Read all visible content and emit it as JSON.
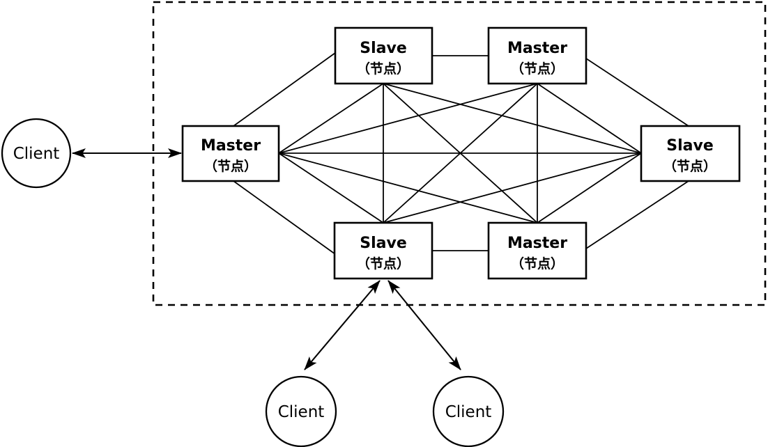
{
  "diagram": {
    "type": "cluster-topology",
    "cluster": {
      "border_style": "dashed",
      "description": "cluster boundary"
    },
    "nodes": [
      {
        "id": "slave-top",
        "title": "Slave",
        "subtitle": "（节点）"
      },
      {
        "id": "master-top",
        "title": "Master",
        "subtitle": "（节点）"
      },
      {
        "id": "master-left",
        "title": "Master",
        "subtitle": "（节点）"
      },
      {
        "id": "slave-right",
        "title": "Slave",
        "subtitle": "（节点）"
      },
      {
        "id": "slave-bottom",
        "title": "Slave",
        "subtitle": "（节点）"
      },
      {
        "id": "master-bottom",
        "title": "Master",
        "subtitle": "（节点）"
      }
    ],
    "clients": [
      {
        "id": "client-left",
        "label": "Client"
      },
      {
        "id": "client-bottom-left",
        "label": "Client"
      },
      {
        "id": "client-bottom-right",
        "label": "Client"
      }
    ],
    "edges": {
      "mesh": "full mesh between all six nodes",
      "client_links": "double-headed arrows between clients and nodes"
    },
    "colors": {
      "line": "#000000",
      "background": "#ffffff",
      "node_fill": "#ffffff"
    }
  }
}
